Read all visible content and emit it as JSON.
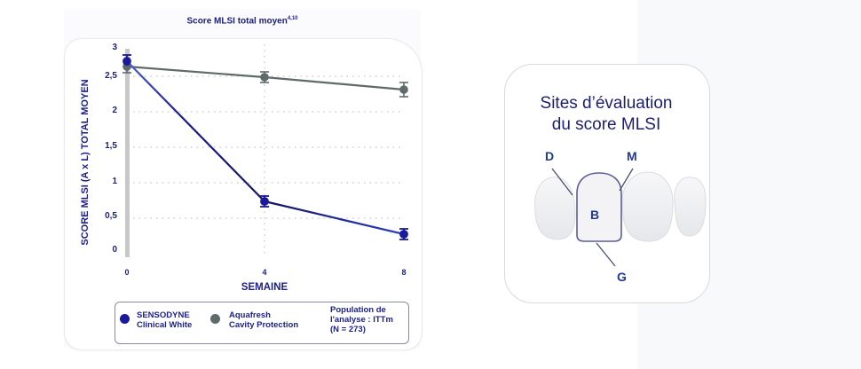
{
  "chart_data": {
    "type": "line",
    "title": "Score MLSI total moyen",
    "title_superscript": "4,10",
    "xlabel": "SEMAINE",
    "ylabel": "SCORE MLSI (A x L) TOTAL MOYEN",
    "x": [
      0,
      4,
      8
    ],
    "x_tick_labels": [
      "0",
      "4",
      "8"
    ],
    "y_tick_labels": [
      "0",
      "0,5",
      "1",
      "1,5",
      "2",
      "2,5",
      "3"
    ],
    "ylim": [
      0,
      3
    ],
    "grid": "dotted horizontal and vertical at week 4",
    "series": [
      {
        "name": "SENSODYNE Clinical White",
        "color": "#1a1a8c",
        "values": [
          2.75,
          0.75,
          0.28
        ],
        "error_bars": true
      },
      {
        "name": "Aquafresh Cavity Protection",
        "color": "#5f6a6a",
        "values": [
          2.65,
          2.5,
          2.3
        ],
        "error_bars": true
      }
    ],
    "legend_position": "bottom",
    "annotation": "Population de l'analyse : ITTm (N = 273)"
  },
  "chart": {
    "title": "Score MLSI total moyen",
    "title_sup": "4,10",
    "ylabel": "SCORE MLSI (A x L) TOTAL MOYEN",
    "xlabel": "SEMAINE",
    "yticks": [
      "3",
      "2,5",
      "2",
      "1,5",
      "1",
      "0,5",
      "0"
    ],
    "xticks": [
      "0",
      "4",
      "8"
    ]
  },
  "legend": {
    "sensodyne_line1": "SENSODYNE",
    "sensodyne_line2": "Clinical White",
    "aquafresh_line1": "Aquafresh",
    "aquafresh_line2": "Cavity Protection",
    "population_line1": "Population de",
    "population_line2": "l'analyse : ITTm",
    "population_line3": "(N = 273)"
  },
  "diagram": {
    "title_line1": "Sites d’évaluation",
    "title_line2": "du score MLSI",
    "labels": {
      "D": "D",
      "M": "M",
      "B": "B",
      "G": "G"
    }
  },
  "colors": {
    "navy": "#1b1f8a",
    "sensodyne": "#1a1a8c",
    "aquafresh": "#5f6a6a",
    "axis": "#c8c8c8"
  }
}
